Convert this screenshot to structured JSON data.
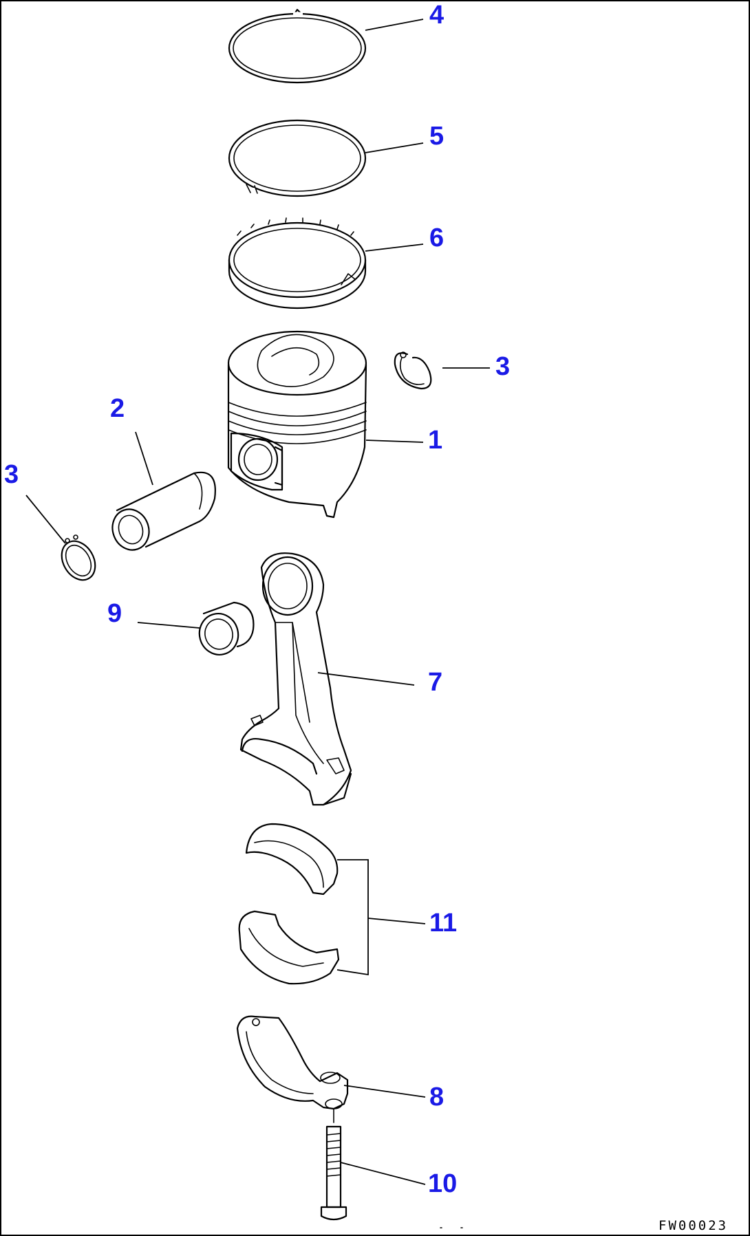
{
  "callouts": {
    "c1": "1",
    "c2": "2",
    "c3a": "3",
    "c3b": "3",
    "c4": "4",
    "c5": "5",
    "c6": "6",
    "c7": "7",
    "c8": "8",
    "c9": "9",
    "c10": "10",
    "c11": "11"
  },
  "drawing_code": "FW00023",
  "colors": {
    "callout": "#1a1ae6",
    "line": "#000000",
    "background": "#ffffff"
  }
}
